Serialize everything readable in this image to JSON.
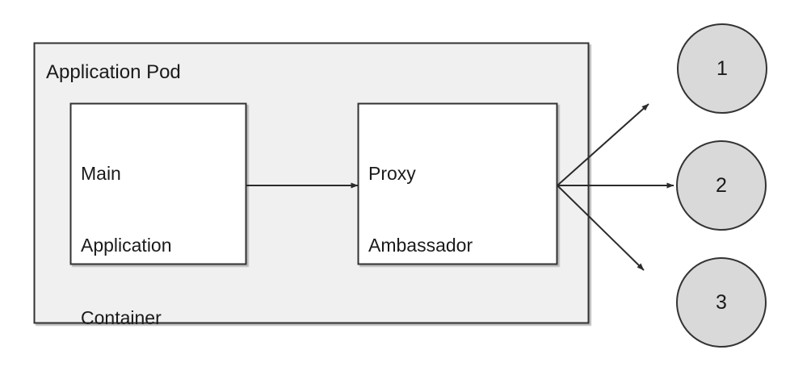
{
  "diagram": {
    "title": "Application Pod",
    "type": "ambassador-pattern-architecture",
    "pod": {
      "label": "Application Pod",
      "fill_color": "#f0f0f0",
      "stroke_color": "#333333"
    },
    "containers": [
      {
        "id": "main-application-container",
        "label": "Main\nApplication\nContainer",
        "lines": [
          "Main",
          "Application",
          "Container"
        ],
        "fill_color": "#ffffff",
        "stroke_color": "#333333"
      },
      {
        "id": "proxy-ambassador",
        "label": "Proxy\nAmbassador",
        "lines": [
          "Proxy",
          "Ambassador"
        ],
        "fill_color": "#ffffff",
        "stroke_color": "#333333"
      }
    ],
    "external_services": [
      {
        "id": "service-1",
        "label": "1",
        "fill_color": "#d9d9d9",
        "stroke_color": "#333333"
      },
      {
        "id": "service-2",
        "label": "2",
        "fill_color": "#d9d9d9",
        "stroke_color": "#333333"
      },
      {
        "id": "service-3",
        "label": "3",
        "fill_color": "#d9d9d9",
        "stroke_color": "#333333"
      }
    ],
    "connectors": [
      {
        "id": "main-to-proxy",
        "from": "main-application-container",
        "to": "proxy-ambassador",
        "style": "solid-arrow"
      },
      {
        "id": "proxy-to-service-1",
        "from": "proxy-ambassador",
        "to": "service-1",
        "style": "solid-arrow"
      },
      {
        "id": "proxy-to-service-2",
        "from": "proxy-ambassador",
        "to": "service-2",
        "style": "solid-arrow"
      },
      {
        "id": "proxy-to-service-3",
        "from": "proxy-ambassador",
        "to": "service-3",
        "style": "solid-arrow"
      }
    ]
  },
  "main_app_lines": {
    "l0": "Main",
    "l1": "Application",
    "l2": "Container"
  },
  "proxy_lines": {
    "l0": "Proxy",
    "l1": "Ambassador"
  },
  "circles": {
    "c1": "1",
    "c2": "2",
    "c3": "3"
  }
}
